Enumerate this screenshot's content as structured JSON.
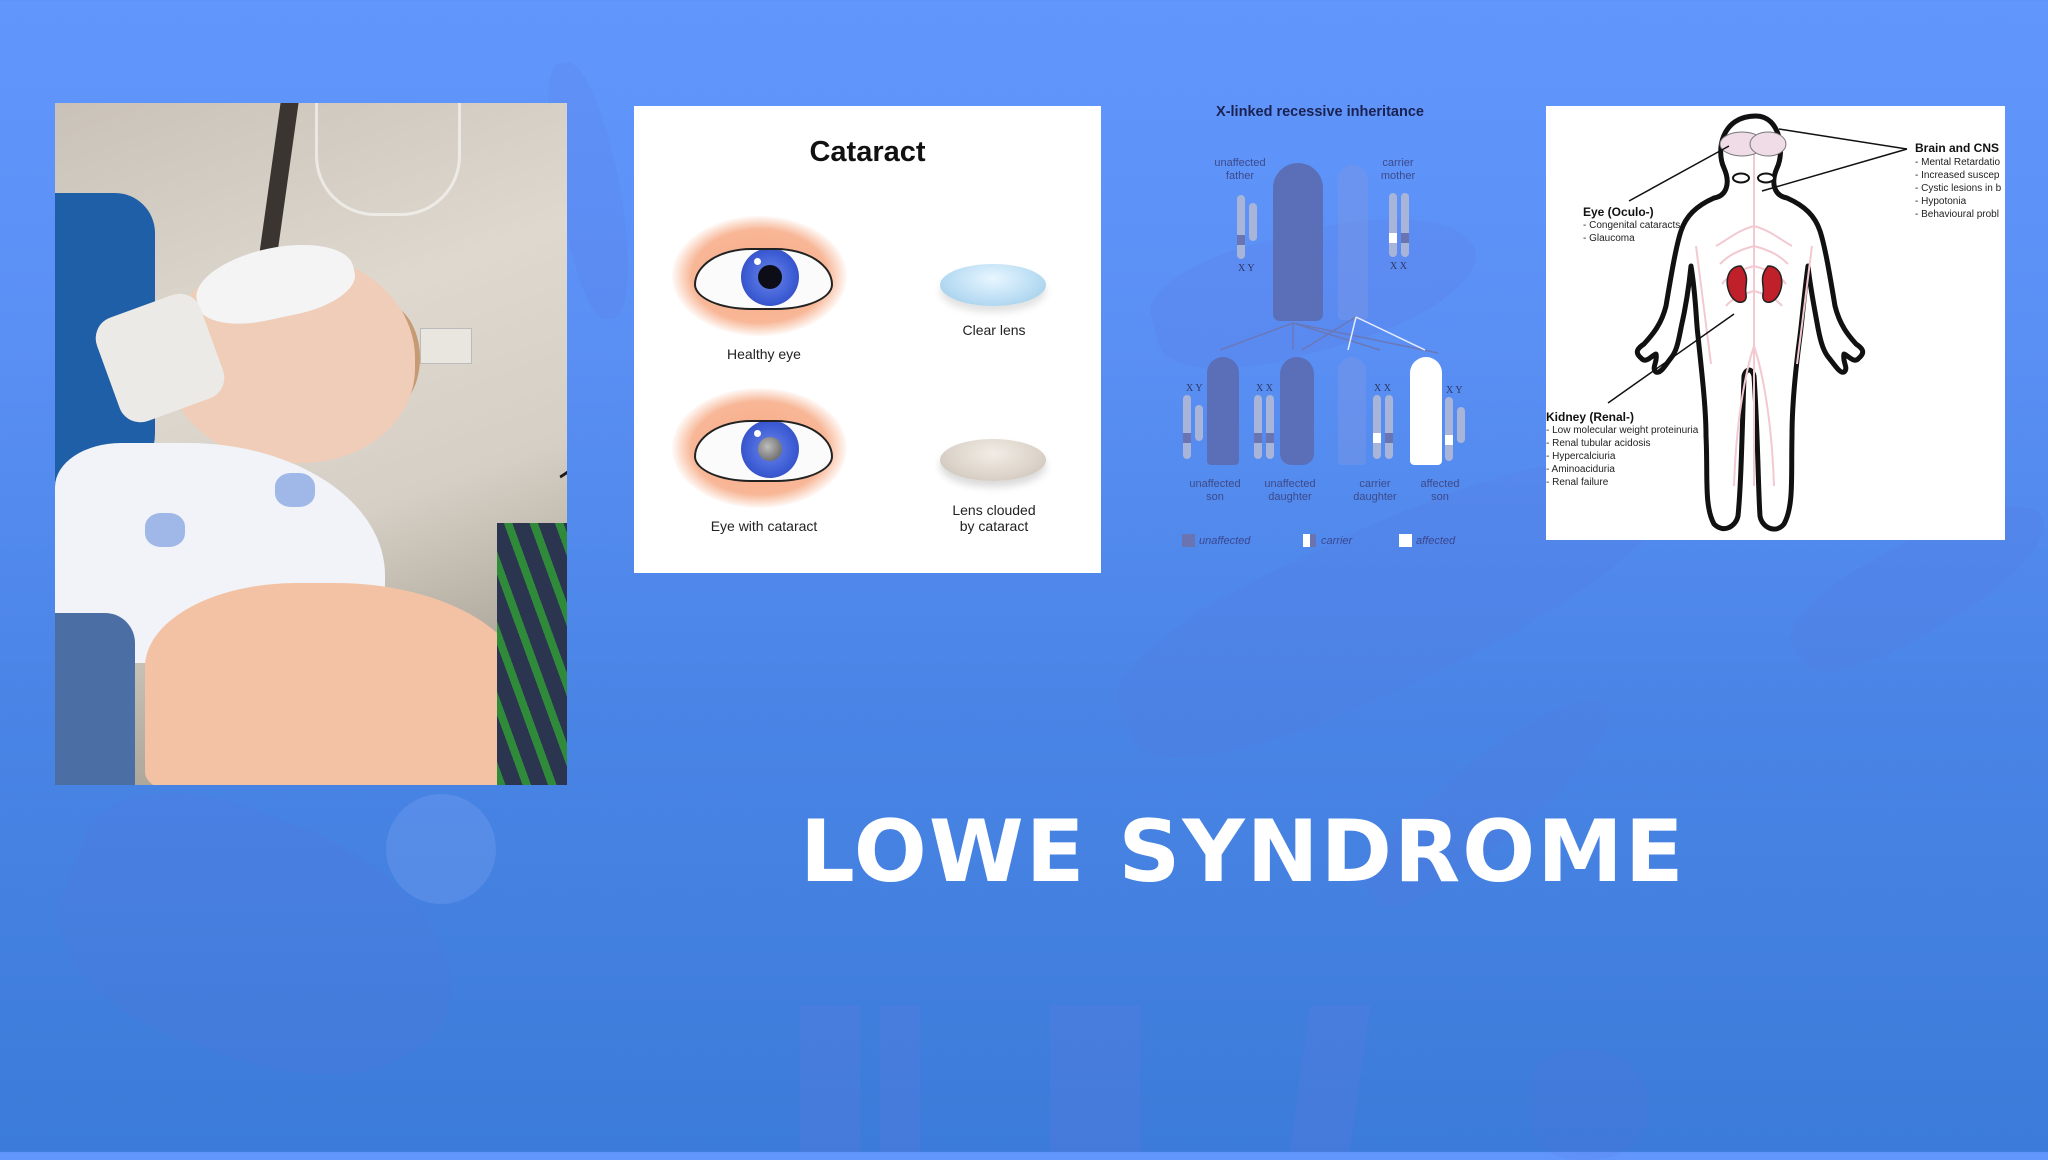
{
  "slide": {
    "title": "LOWE SYNDROME",
    "background_color": "#5a8ff4"
  },
  "photo": {
    "description": "Infant with eye patch being held in hospital room"
  },
  "cataract_figure": {
    "title": "Cataract",
    "captions": {
      "healthy_eye": "Healthy eye",
      "clear_lens": "Clear lens",
      "eye_with_cataract": "Eye with cataract",
      "lens_clouded_line1": "Lens clouded",
      "lens_clouded_line2": "by cataract"
    }
  },
  "inheritance_figure": {
    "title": "X-linked recessive inheritance",
    "parents": [
      {
        "label_line1": "unaffected",
        "label_line2": "father",
        "chromosomes": "X Y"
      },
      {
        "label_line1": "carrier",
        "label_line2": "mother",
        "chromosomes": "X X"
      }
    ],
    "children": [
      {
        "label_line1": "unaffected",
        "label_line2": "son",
        "chromosomes": "X Y"
      },
      {
        "label_line1": "unaffected",
        "label_line2": "daughter",
        "chromosomes": "X X"
      },
      {
        "label_line1": "carrier",
        "label_line2": "daughter",
        "chromosomes": "X X"
      },
      {
        "label_line1": "affected",
        "label_line2": "son",
        "chromosomes": "X Y"
      }
    ],
    "legend": [
      {
        "label": "unaffected",
        "color": "#6a74b0"
      },
      {
        "label": "carrier",
        "color": "#ffffff"
      },
      {
        "label": "affected",
        "color": "#ffffff"
      }
    ]
  },
  "body_figure": {
    "brain": {
      "title": "Brain and CNS",
      "items": [
        "- Mental Retardatio",
        "- Increased suscep",
        "- Cystic lesions in b",
        "- Hypotonia",
        "- Behavioural probl"
      ]
    },
    "eye": {
      "title": "Eye (Oculo-)",
      "items": [
        "- Congenital cataracts",
        "- Glaucoma"
      ]
    },
    "kidney": {
      "title": "Kidney (Renal-)",
      "items": [
        "- Low molecular weight proteinuria",
        "- Renal tubular acidosis",
        "- Hypercalciuria",
        "- Aminoaciduria",
        "- Renal failure"
      ]
    },
    "kidney_color": "#c0202a"
  }
}
